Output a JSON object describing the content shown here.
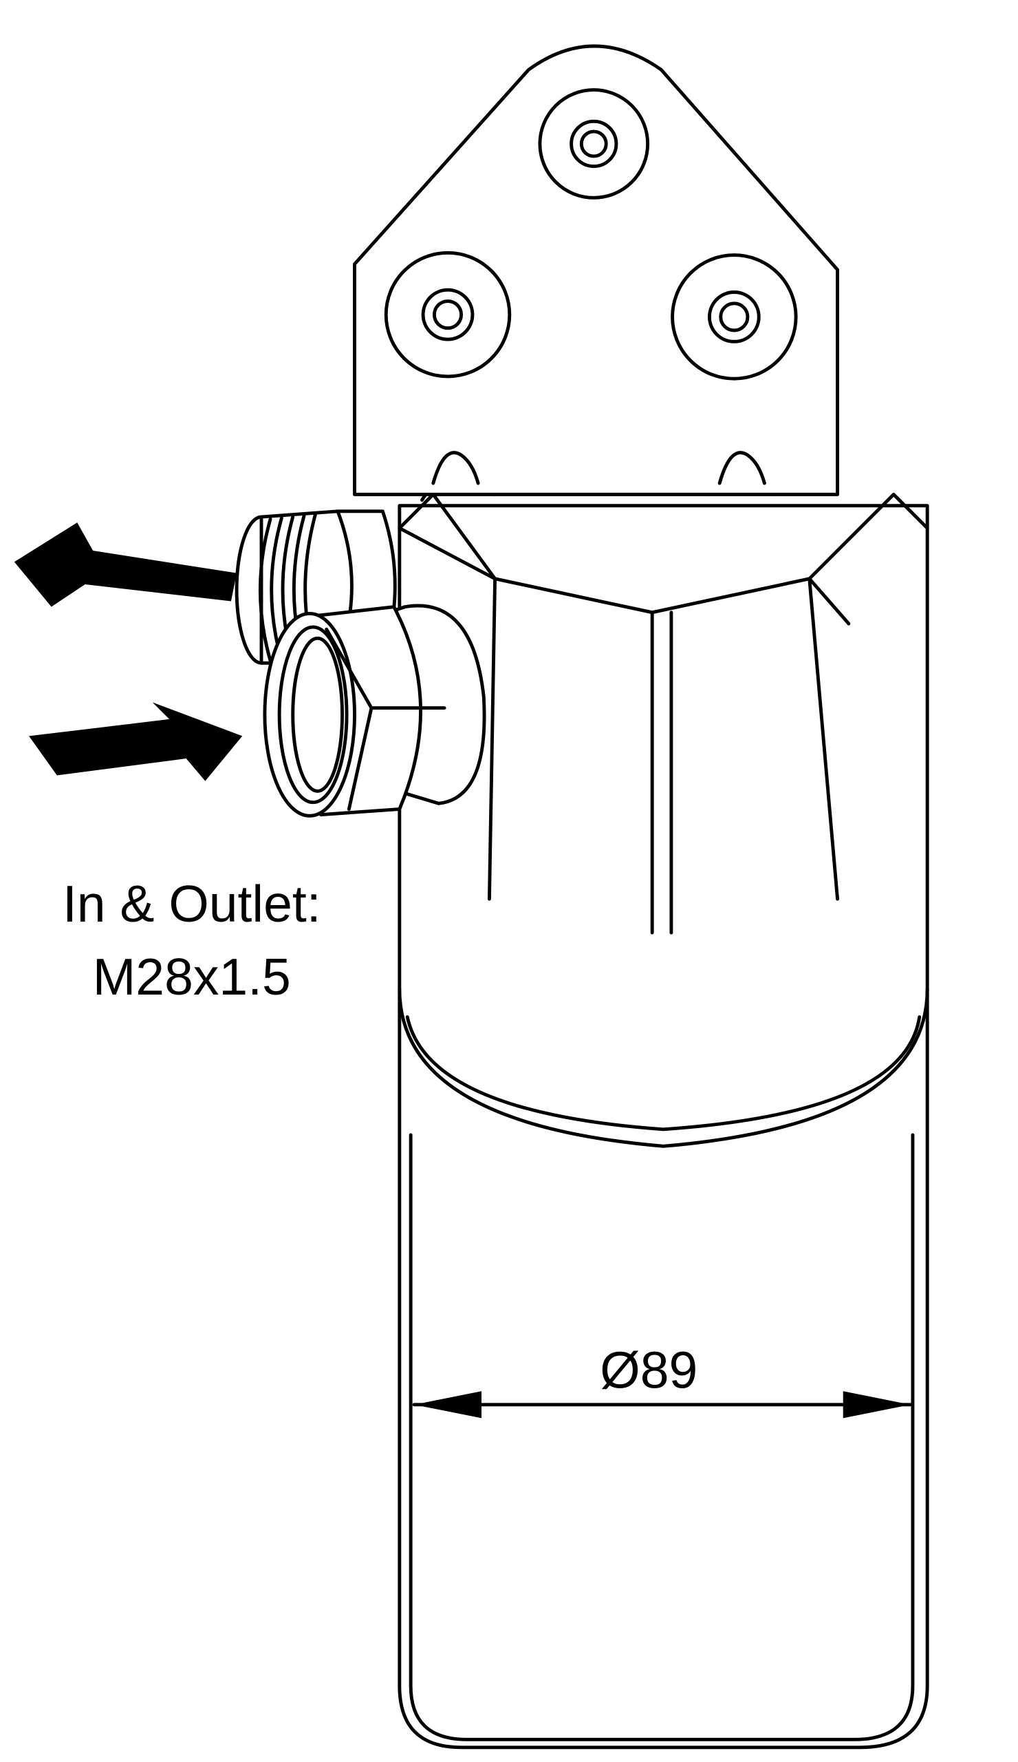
{
  "labels": {
    "connection_line1": "In & Outlet:",
    "connection_line2": "M28x1.5",
    "diameter": "Ø89"
  },
  "colors": {
    "line": "#000000",
    "background": "#ffffff"
  }
}
